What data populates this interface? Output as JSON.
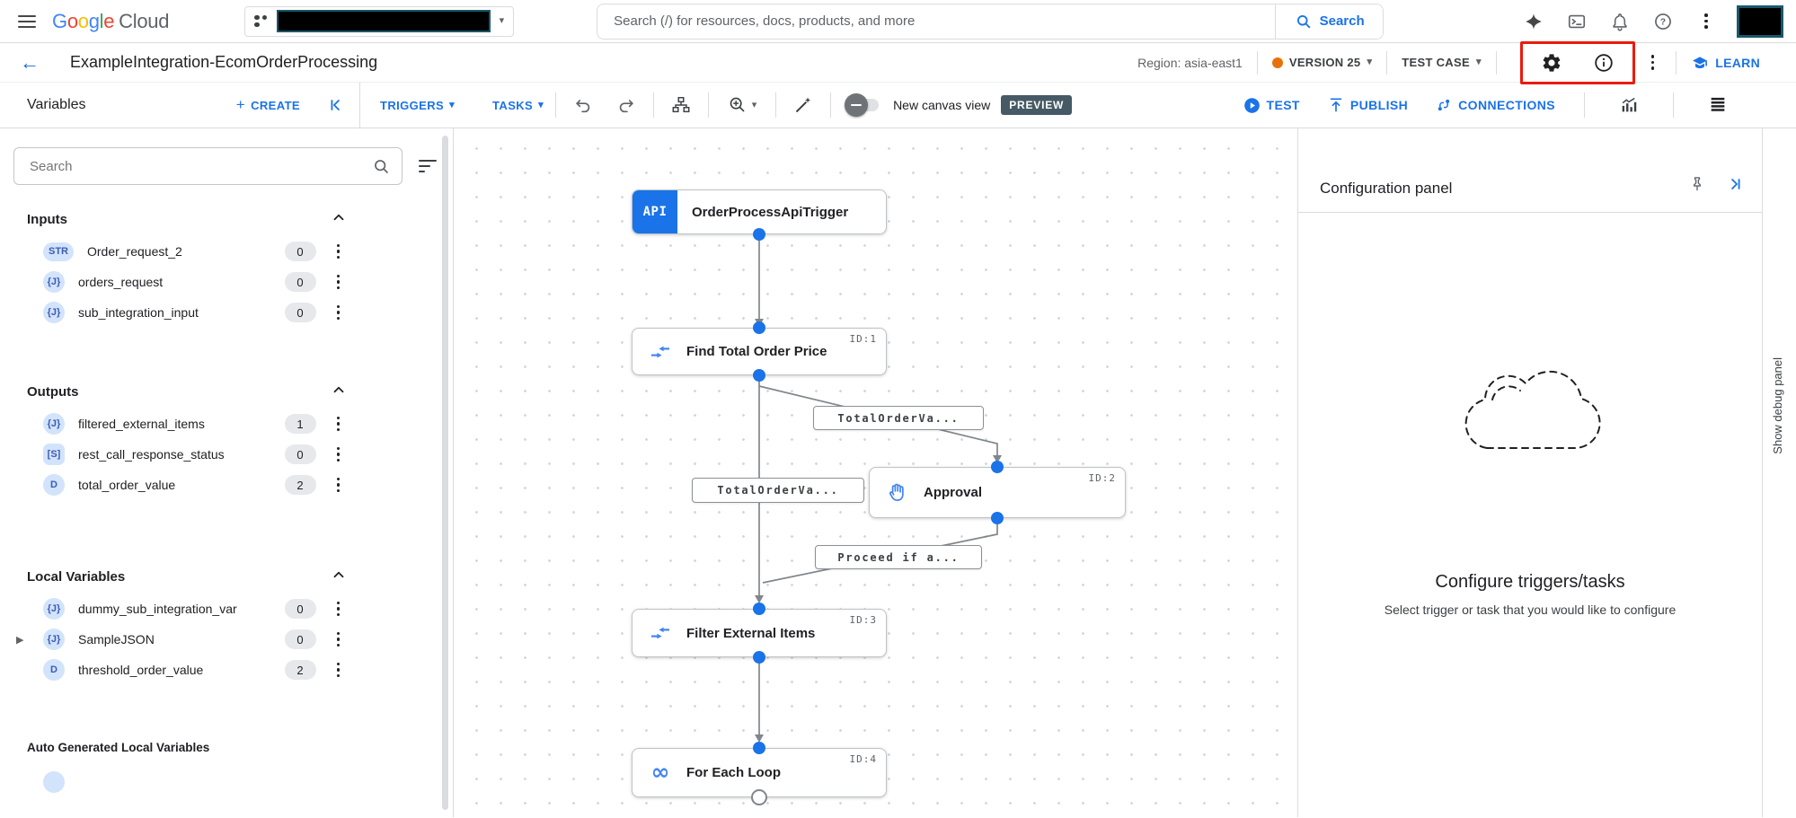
{
  "glyphs": {
    "caret_down": "▾",
    "back_arrow": "←",
    "plus": "+",
    "infinity": "∞",
    "expand_arrow": "▶",
    "question_mark": "?"
  },
  "colors": {
    "accent": "#1a73e8",
    "node_icon_blue": "#4285f4",
    "version_dot": "#e8710a",
    "preview_badge_bg": "#455a64",
    "highlight_box": "#ea1b0d",
    "redaction_border": "#19586b"
  },
  "topbar": {
    "logo_letters": [
      "G",
      "o",
      "o",
      "g",
      "l",
      "e"
    ],
    "logo_cloud": "Cloud",
    "search_placeholder": "Search (/) for resources, docs, products, and more",
    "search_button": "Search"
  },
  "header": {
    "title": "ExampleIntegration-EcomOrderProcessing",
    "region": "Region: asia-east1",
    "version": "VERSION 25",
    "test_case": "TEST CASE",
    "learn": "LEARN"
  },
  "toolbar": {
    "variables_title": "Variables",
    "create": "CREATE",
    "triggers": "TRIGGERS",
    "tasks": "TASKS",
    "new_canvas_view": "New canvas view",
    "preview": "PREVIEW",
    "test": "TEST",
    "publish": "PUBLISH",
    "connections": "CONNECTIONS"
  },
  "sidebar": {
    "search_placeholder": "Search",
    "sections": [
      {
        "title": "Inputs",
        "items": [
          {
            "badge": "STR",
            "name": "Order_request_2",
            "count": "0"
          },
          {
            "badge": "{J}",
            "name": "orders_request",
            "count": "0"
          },
          {
            "badge": "{J}",
            "name": "sub_integration_input",
            "count": "0"
          }
        ]
      },
      {
        "title": "Outputs",
        "items": [
          {
            "badge": "{J}",
            "name": "filtered_external_items",
            "count": "1"
          },
          {
            "badge": "[S]",
            "name": "rest_call_response_status",
            "count": "0"
          },
          {
            "badge": "D",
            "name": "total_order_value",
            "count": "2"
          }
        ]
      },
      {
        "title": "Local Variables",
        "items": [
          {
            "badge": "{J}",
            "name": "dummy_sub_integration_var",
            "count": "0"
          },
          {
            "badge": "{J}",
            "name": "SampleJSON",
            "count": "0"
          },
          {
            "badge": "D",
            "name": "threshold_order_value",
            "count": "2"
          }
        ]
      },
      {
        "title": "Auto Generated Local Variables",
        "items": []
      }
    ]
  },
  "canvas": {
    "trigger": {
      "badge": "API",
      "title": "OrderProcessApiTrigger"
    },
    "tasks": [
      {
        "id": "ID:1",
        "title": "Find Total Order Price"
      },
      {
        "id": "ID:2",
        "title": "Approval"
      },
      {
        "id": "ID:3",
        "title": "Filter External Items"
      },
      {
        "id": "ID:4",
        "title": "For Each Loop"
      }
    ],
    "edge_labels": [
      "TotalOrderVa...",
      "TotalOrderVa...",
      "Proceed if a..."
    ]
  },
  "config_panel": {
    "title": "Configuration panel",
    "heading": "Configure triggers/tasks",
    "subheading": "Select trigger or task that you would like to configure"
  },
  "debug_panel": {
    "label": "Show debug panel"
  }
}
